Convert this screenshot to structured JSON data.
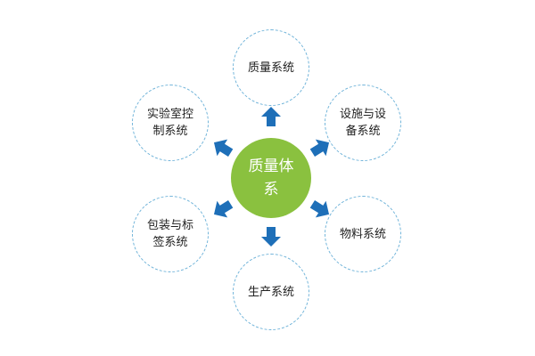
{
  "diagram": {
    "center": {
      "label": "质量体\n系",
      "color": "#8ac13f",
      "text_color": "#ffffff"
    },
    "nodes": [
      {
        "id": "quality-system",
        "label": "质量系统"
      },
      {
        "id": "facility-equipment-system",
        "label": "设施与设\n备系统"
      },
      {
        "id": "materials-system",
        "label": "物料系统"
      },
      {
        "id": "production-system",
        "label": "生产系统"
      },
      {
        "id": "packaging-labeling-system",
        "label": "包装与标\n签系统"
      },
      {
        "id": "laboratory-control-system",
        "label": "实验室控\n制系统"
      }
    ],
    "node_border_color": "#6fb3d9",
    "arrow_color": "#1e6fb8"
  }
}
